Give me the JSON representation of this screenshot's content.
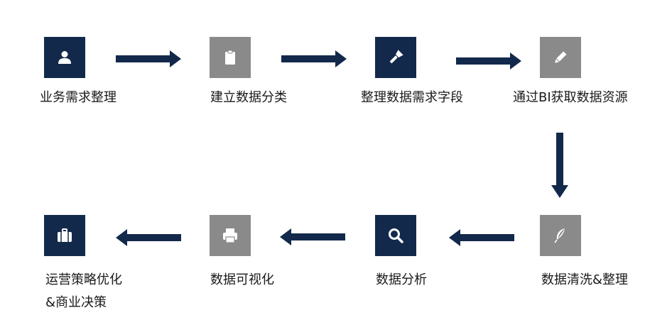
{
  "steps": [
    {
      "label": "业务需求整理",
      "icon": "user-icon",
      "color": "#13294b"
    },
    {
      "label": "建立数据分类",
      "icon": "clipboard-icon",
      "color": "#8a8a8a"
    },
    {
      "label": "整理数据需求字段",
      "icon": "flashlight-icon",
      "color": "#13294b"
    },
    {
      "label": "通过BI获取数据资源",
      "icon": "pencil-icon",
      "color": "#8a8a8a"
    },
    {
      "label": "数据清洗&整理",
      "icon": "feather-icon",
      "color": "#8a8a8a"
    },
    {
      "label": "数据分析",
      "icon": "search-icon",
      "color": "#13294b"
    },
    {
      "label": "数据可视化",
      "icon": "printer-icon",
      "color": "#8a8a8a"
    },
    {
      "label_line1": "运营策略优化",
      "label_line2": "&商业决策",
      "icon": "briefcase-icon",
      "color": "#13294b"
    }
  ],
  "colors": {
    "navy": "#13294b",
    "gray": "#8a8a8a",
    "arrow": "#13294b"
  }
}
